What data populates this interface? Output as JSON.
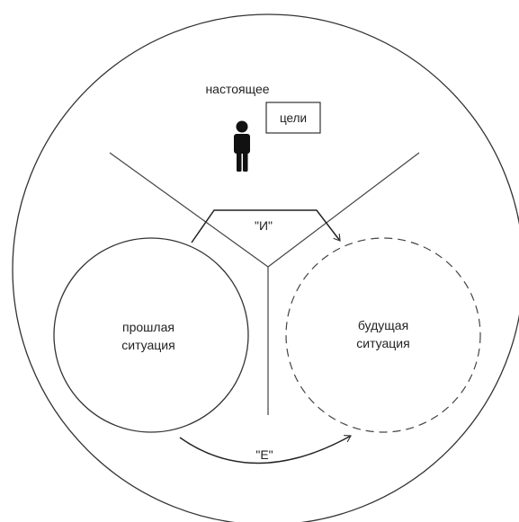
{
  "diagram": {
    "present_label": "настоящее",
    "goals_label": "цели",
    "past_label_line1": "прошлая",
    "past_label_line2": "ситуация",
    "future_label_line1": "будущая",
    "future_label_line2": "ситуация",
    "top_arc_label": "\"И\"",
    "bottom_arc_label": "\"Е\"",
    "person_icon": "person-icon"
  },
  "colors": {
    "stroke": "#333333",
    "text": "#222222",
    "background": "#ffffff"
  }
}
